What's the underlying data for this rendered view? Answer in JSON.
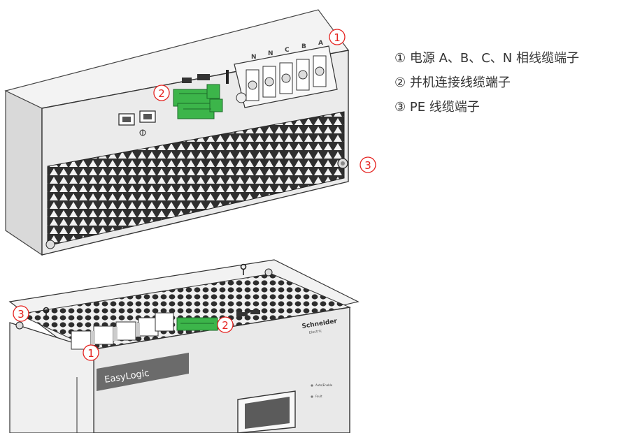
{
  "legend": {
    "items": [
      "① 电源 A、B、C、N 相线缆端子",
      "② 并机连接线缆端子",
      "③ PE 线缆端子"
    ]
  },
  "callouts": {
    "c1": "1",
    "c2": "2",
    "c3": "3"
  },
  "terminal_labels": [
    "N",
    "N",
    "C",
    "B",
    "A"
  ],
  "device": {
    "product_name": "EasyLogic",
    "brand": "Schneider",
    "brand_sub": "Electric",
    "led_top": "Auto/Enable",
    "led_bottom": "Fault"
  },
  "colors": {
    "callout_red": "#e52421",
    "terminal_green": "#3cb54a",
    "panel_gray": "#e6e6e6",
    "vent_dark": "#2d2d2d"
  }
}
